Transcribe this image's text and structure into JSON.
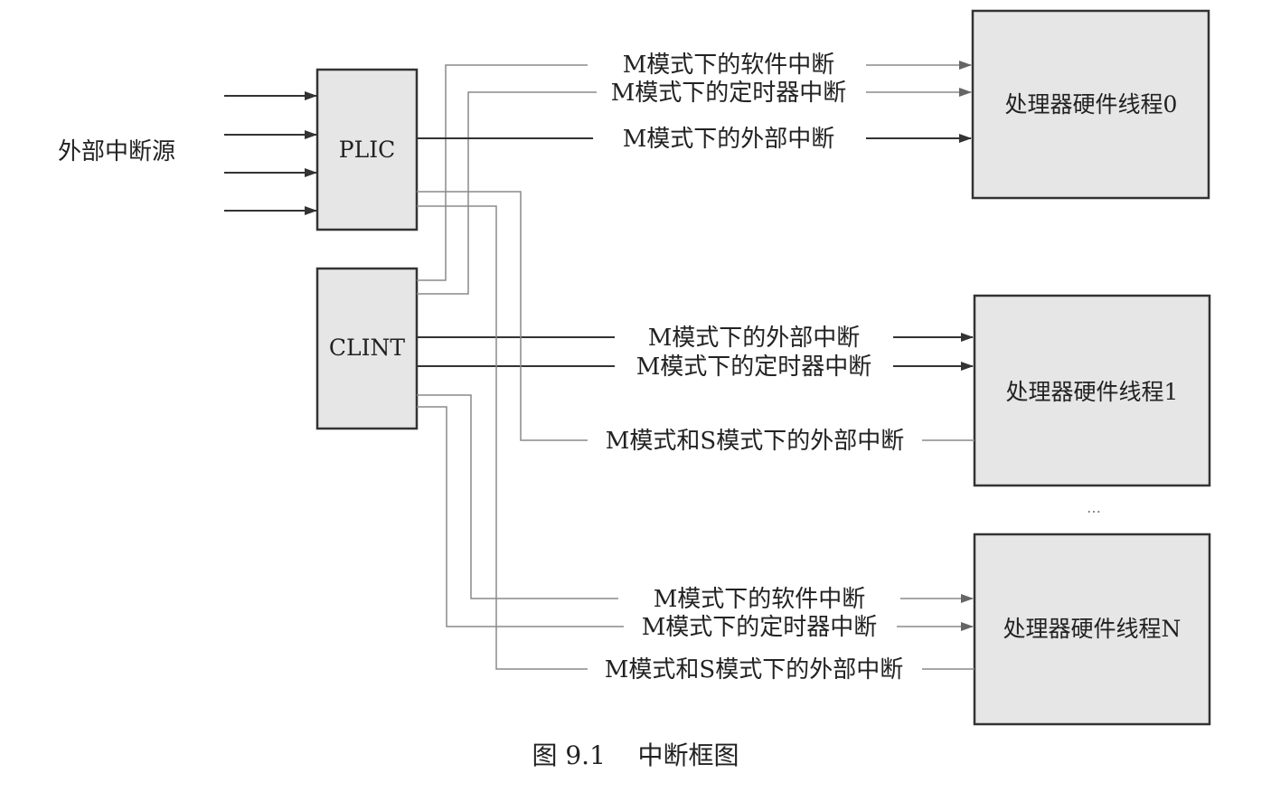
{
  "source_label": "外部中断源",
  "nodes": {
    "plic": "PLIC",
    "clint": "CLINT",
    "hart0": "处理器硬件线程0",
    "hart1": "处理器硬件线程1",
    "hartN": "处理器硬件线程N"
  },
  "edge_labels": {
    "hart0_software": "M模式下的软件中断",
    "hart0_timer": "M模式下的定时器中断",
    "hart0_external": "M模式下的外部中断",
    "hart1_external": "M模式下的外部中断",
    "hart1_timer": "M模式下的定时器中断",
    "hart1_ms_external": "M模式和S模式下的外部中断",
    "hartN_software": "M模式下的软件中断",
    "hartN_timer": "M模式下的定时器中断",
    "hartN_ms_external": "M模式和S模式下的外部中断"
  },
  "ellipsis": "…",
  "caption": "图 9.1    中断框图",
  "colors": {
    "box_fill": "#e6e6e6",
    "stroke_dark": "#333333",
    "stroke_light": "#8a8a8a"
  }
}
